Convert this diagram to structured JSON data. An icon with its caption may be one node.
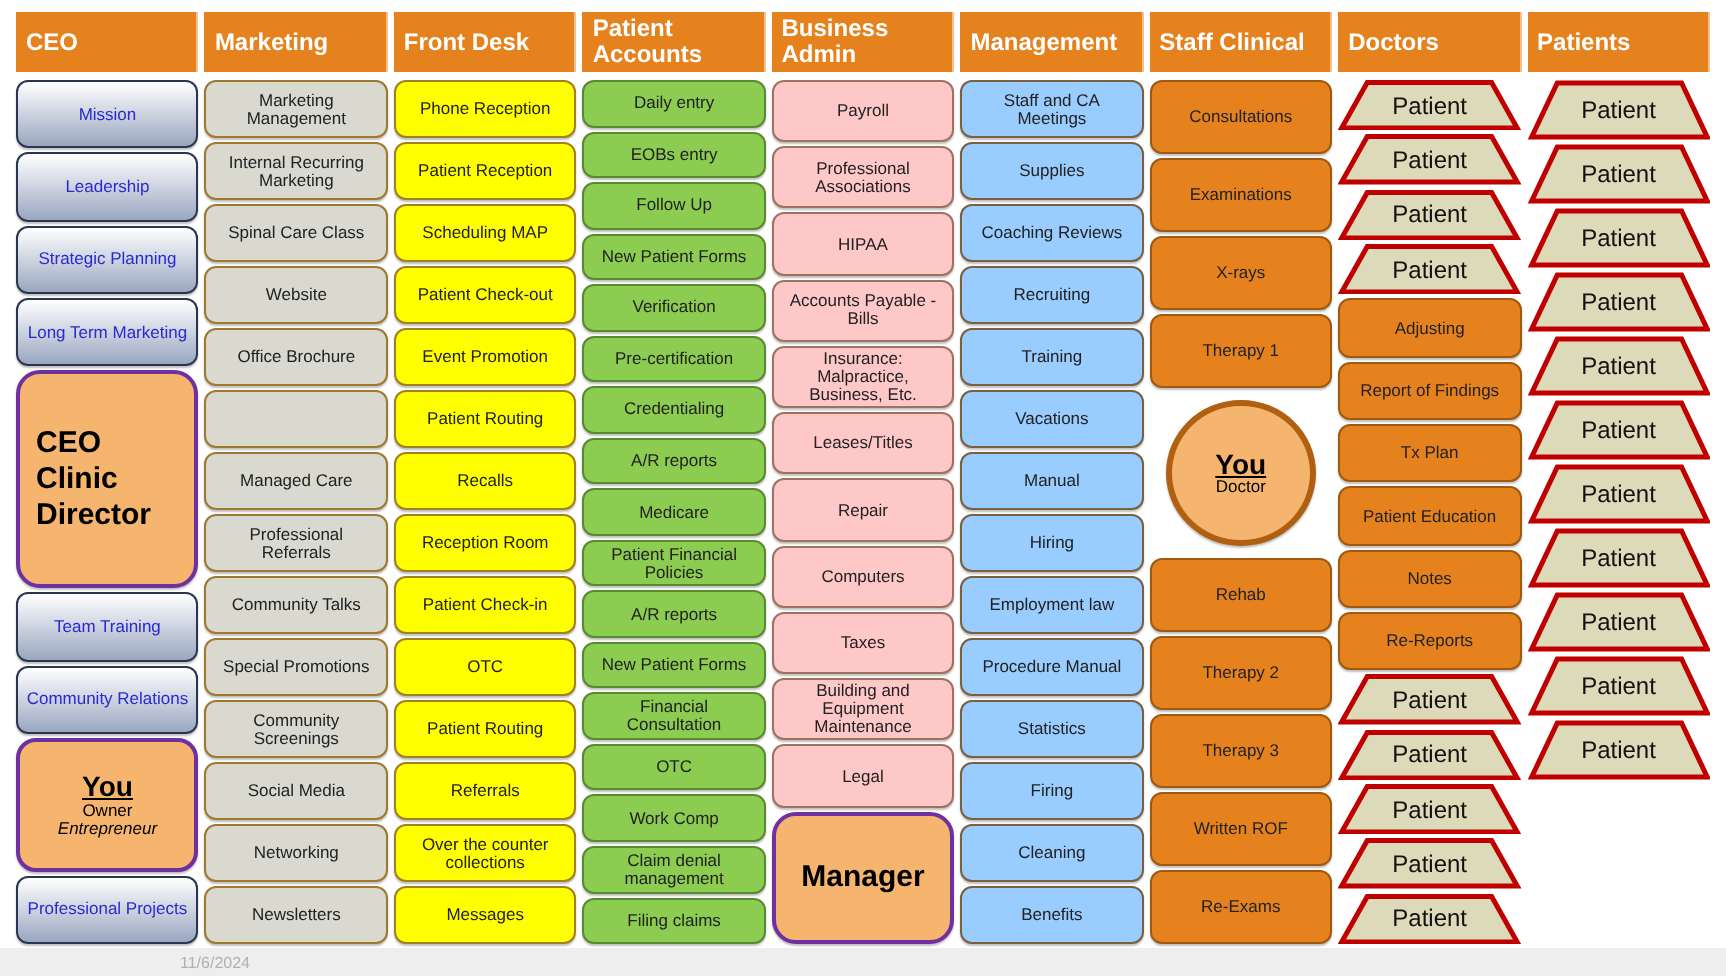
{
  "diagram": {
    "nodes": [
      {
        "text": [
          "CEO"
        ]
      },
      {
        "text": [
          "Marketing"
        ]
      },
      {
        "text": [
          "Front Desk"
        ]
      },
      {
        "text": [
          "Patient Accounts"
        ]
      },
      {
        "text": [
          "Business Admin"
        ]
      },
      {
        "text": [
          "Management"
        ]
      },
      {
        "text": [
          "Staff Clinical"
        ]
      },
      {
        "text": [
          "Doctors"
        ]
      },
      {
        "text": [
          "Patients"
        ]
      },
      {
        "text": [
          "Mission"
        ]
      },
      {
        "text": [
          "Leadership"
        ]
      },
      {
        "text": [
          "Strategic Planning"
        ]
      },
      {
        "text": [
          "Long Term Marketing"
        ]
      },
      {
        "text": [
          "CEO Clinic Director"
        ]
      },
      {
        "text": [
          "Team Training"
        ]
      },
      {
        "text": [
          "Community Relations"
        ]
      },
      {
        "text": [
          "You",
          "Owner",
          "Entrepreneur"
        ]
      },
      {
        "text": [
          "Professional Projects"
        ]
      },
      {
        "text": [
          "Marketing Management"
        ]
      },
      {
        "text": [
          "Internal Recurring Marketing"
        ]
      },
      {
        "text": [
          "Spinal Care Class"
        ]
      },
      {
        "text": [
          "Website"
        ]
      },
      {
        "text": [
          "Office Brochure"
        ]
      },
      {
        "text": [],
        "shape": "box"
      },
      {
        "text": [
          "Managed Care"
        ]
      },
      {
        "text": [
          "Professional Referrals"
        ]
      },
      {
        "text": [
          "Community Talks"
        ]
      },
      {
        "text": [
          "Special Promotions"
        ]
      },
      {
        "text": [
          "Community Screenings"
        ]
      },
      {
        "text": [
          "Social Media"
        ]
      },
      {
        "text": [
          "Networking"
        ]
      },
      {
        "text": [
          "Newsletters"
        ]
      },
      {
        "text": [
          "Phone Reception"
        ]
      },
      {
        "text": [
          "Patient Reception"
        ]
      },
      {
        "text": [
          "Scheduling MAP"
        ]
      },
      {
        "text": [
          "Patient Check-out"
        ]
      },
      {
        "text": [
          "Event Promotion"
        ]
      },
      {
        "text": [
          "Patient Routing"
        ]
      },
      {
        "text": [
          "Recalls"
        ]
      },
      {
        "text": [
          "Reception Room"
        ]
      },
      {
        "text": [
          "Patient Check-in"
        ]
      },
      {
        "text": [
          "OTC"
        ]
      },
      {
        "text": [
          "Patient Routing"
        ]
      },
      {
        "text": [
          "Referrals"
        ]
      },
      {
        "text": [
          "Over the counter collections"
        ]
      },
      {
        "text": [
          "Messages"
        ]
      },
      {
        "text": [
          "Daily entry"
        ]
      },
      {
        "text": [
          "EOBs entry"
        ]
      },
      {
        "text": [
          "Follow Up"
        ]
      },
      {
        "text": [
          "New Patient Forms"
        ]
      },
      {
        "text": [
          "Verification"
        ]
      },
      {
        "text": [
          "Pre-certification"
        ]
      },
      {
        "text": [
          "Credentialing"
        ]
      },
      {
        "text": [
          "A/R reports"
        ]
      },
      {
        "text": [
          "Medicare"
        ]
      },
      {
        "text": [
          "Patient Financial Policies"
        ]
      },
      {
        "text": [
          "A/R reports"
        ]
      },
      {
        "text": [
          "New Patient Forms"
        ]
      },
      {
        "text": [
          "Financial Consultation"
        ]
      },
      {
        "text": [
          "OTC"
        ]
      },
      {
        "text": [
          "Work Comp"
        ]
      },
      {
        "text": [
          "Claim denial management"
        ]
      },
      {
        "text": [
          "Filing claims"
        ]
      },
      {
        "text": [
          "Payroll"
        ]
      },
      {
        "text": [
          "Professional Associations"
        ]
      },
      {
        "text": [
          "HIPAA"
        ]
      },
      {
        "text": [
          "Accounts Payable - Bills"
        ]
      },
      {
        "text": [
          "Insurance: Malpractice, Business, Etc."
        ]
      },
      {
        "text": [
          "Leases/Titles"
        ]
      },
      {
        "text": [
          "Repair"
        ]
      },
      {
        "text": [
          "Computers"
        ]
      },
      {
        "text": [
          "Taxes"
        ]
      },
      {
        "text": [
          "Building and Equipment Maintenance"
        ]
      },
      {
        "text": [
          "Legal"
        ]
      },
      {
        "text": [
          "Manager"
        ]
      },
      {
        "text": [
          "Staff and CA Meetings"
        ]
      },
      {
        "text": [
          "Supplies"
        ]
      },
      {
        "text": [
          "Coaching Reviews"
        ]
      },
      {
        "text": [
          "Recruiting"
        ]
      },
      {
        "text": [
          "Training"
        ]
      },
      {
        "text": [
          "Vacations"
        ]
      },
      {
        "text": [
          "Manual"
        ]
      },
      {
        "text": [
          "Hiring"
        ]
      },
      {
        "text": [
          "Employment law"
        ]
      },
      {
        "text": [
          "Procedure Manual"
        ]
      },
      {
        "text": [
          "Statistics"
        ]
      },
      {
        "text": [
          "Firing"
        ]
      },
      {
        "text": [
          "Cleaning"
        ]
      },
      {
        "text": [
          "Benefits"
        ]
      },
      {
        "text": [
          "Consultations"
        ]
      },
      {
        "text": [
          "Examinations"
        ]
      },
      {
        "text": [
          "X-rays"
        ]
      },
      {
        "text": [
          "Therapy 1"
        ]
      },
      {
        "text": [
          "You",
          "Doctor"
        ]
      },
      {
        "text": [
          "Rehab"
        ]
      },
      {
        "text": [
          "Therapy 2"
        ]
      },
      {
        "text": [
          "Therapy 3"
        ]
      },
      {
        "text": [
          "Written ROF"
        ]
      },
      {
        "text": [
          "Re-Exams"
        ]
      },
      {
        "text": [
          "Patient"
        ]
      },
      {
        "text": [
          "Patient"
        ]
      },
      {
        "text": [
          "Patient"
        ]
      },
      {
        "text": [
          "Patient"
        ]
      },
      {
        "text": [
          "Adjusting"
        ]
      },
      {
        "text": [
          "Report of Findings"
        ]
      },
      {
        "text": [
          "Tx Plan"
        ]
      },
      {
        "text": [
          "Patient Education"
        ]
      },
      {
        "text": [
          "Notes"
        ]
      },
      {
        "text": [
          "Re-Reports"
        ]
      },
      {
        "text": [
          "Patient"
        ]
      },
      {
        "text": [
          "Patient"
        ]
      },
      {
        "text": [
          "Patient"
        ]
      },
      {
        "text": [
          "Patient"
        ]
      },
      {
        "text": [
          "Patient"
        ]
      },
      {
        "text": [
          "Patient"
        ]
      },
      {
        "text": [
          "Patient"
        ]
      },
      {
        "text": [
          "Patient"
        ]
      },
      {
        "text": [
          "Patient"
        ]
      },
      {
        "text": [
          "Patient"
        ]
      },
      {
        "text": [
          "Patient"
        ]
      },
      {
        "text": [
          "Patient"
        ]
      },
      {
        "text": [
          "Patient"
        ]
      },
      {
        "text": [
          "Patient"
        ]
      },
      {
        "text": [
          "Patient"
        ]
      },
      {
        "text": [
          "Patient"
        ]
      }
    ],
    "labels": [
      "11/6/2024"
    ]
  }
}
